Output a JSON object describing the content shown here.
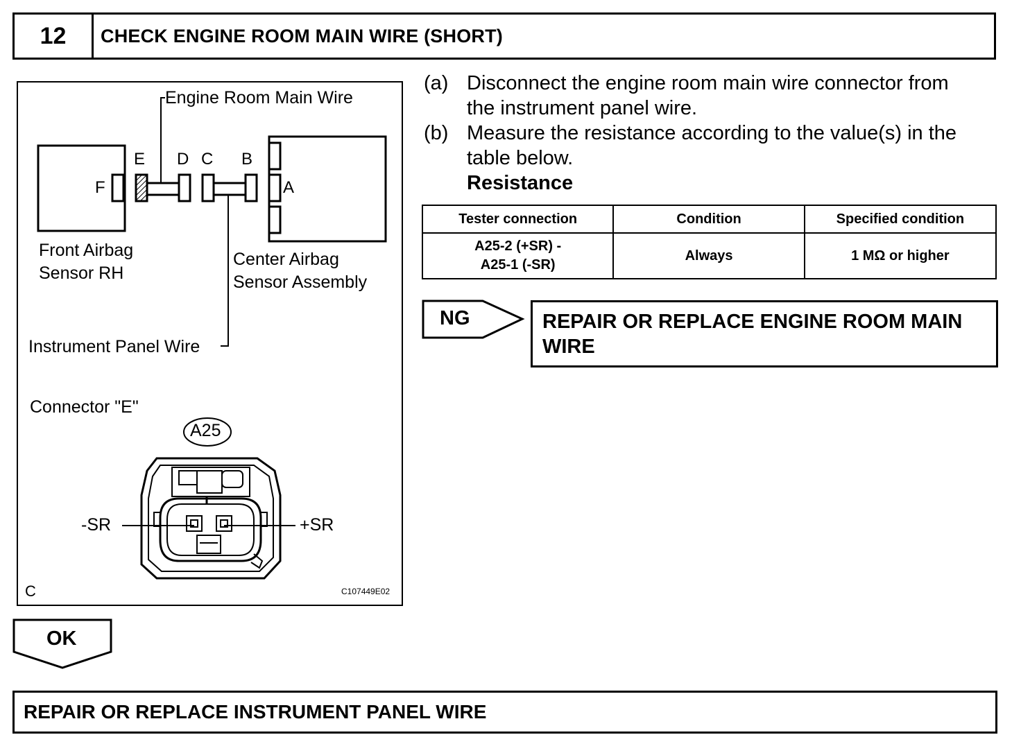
{
  "header": {
    "step_number": "12",
    "title": "CHECK ENGINE ROOM MAIN WIRE (SHORT)"
  },
  "figure": {
    "labels": {
      "engine_room_main_wire": "Engine Room Main Wire",
      "front_airbag_sensor_line1": "Front Airbag",
      "front_airbag_sensor_line2": "Sensor RH",
      "center_airbag_sensor_line1": "Center Airbag",
      "center_airbag_sensor_line2": "Sensor Assembly",
      "instrument_panel_wire": "Instrument Panel Wire",
      "connector_e": "Connector \"E\"",
      "connector_code": "A25",
      "minus_sr": "-SR",
      "plus_sr": "+SR",
      "corner_letter": "C",
      "figure_code": "C107449E02"
    },
    "connector_letters": {
      "a": "A",
      "b": "B",
      "c": "C",
      "d": "D",
      "e": "E",
      "f": "F"
    }
  },
  "steps": [
    {
      "tag": "(a)",
      "line1": "Disconnect the engine room main wire connector from",
      "line2": "the instrument panel wire."
    },
    {
      "tag": "(b)",
      "line1": "Measure the resistance according to the value(s) in the",
      "line2": "table below.",
      "line3": "Resistance"
    }
  ],
  "table": {
    "headers": [
      "Tester connection",
      "Condition",
      "Specified condition"
    ],
    "rows": [
      {
        "tester_line1": "A25-2 (+SR) -",
        "tester_line2": "A25-1 (-SR)",
        "condition": "Always",
        "specified": "1 MΩ or higher"
      }
    ]
  },
  "ng": {
    "label": "NG",
    "action": "REPAIR OR REPLACE ENGINE ROOM MAIN WIRE"
  },
  "ok": {
    "label": "OK",
    "action": "REPAIR OR REPLACE INSTRUMENT PANEL WIRE"
  }
}
